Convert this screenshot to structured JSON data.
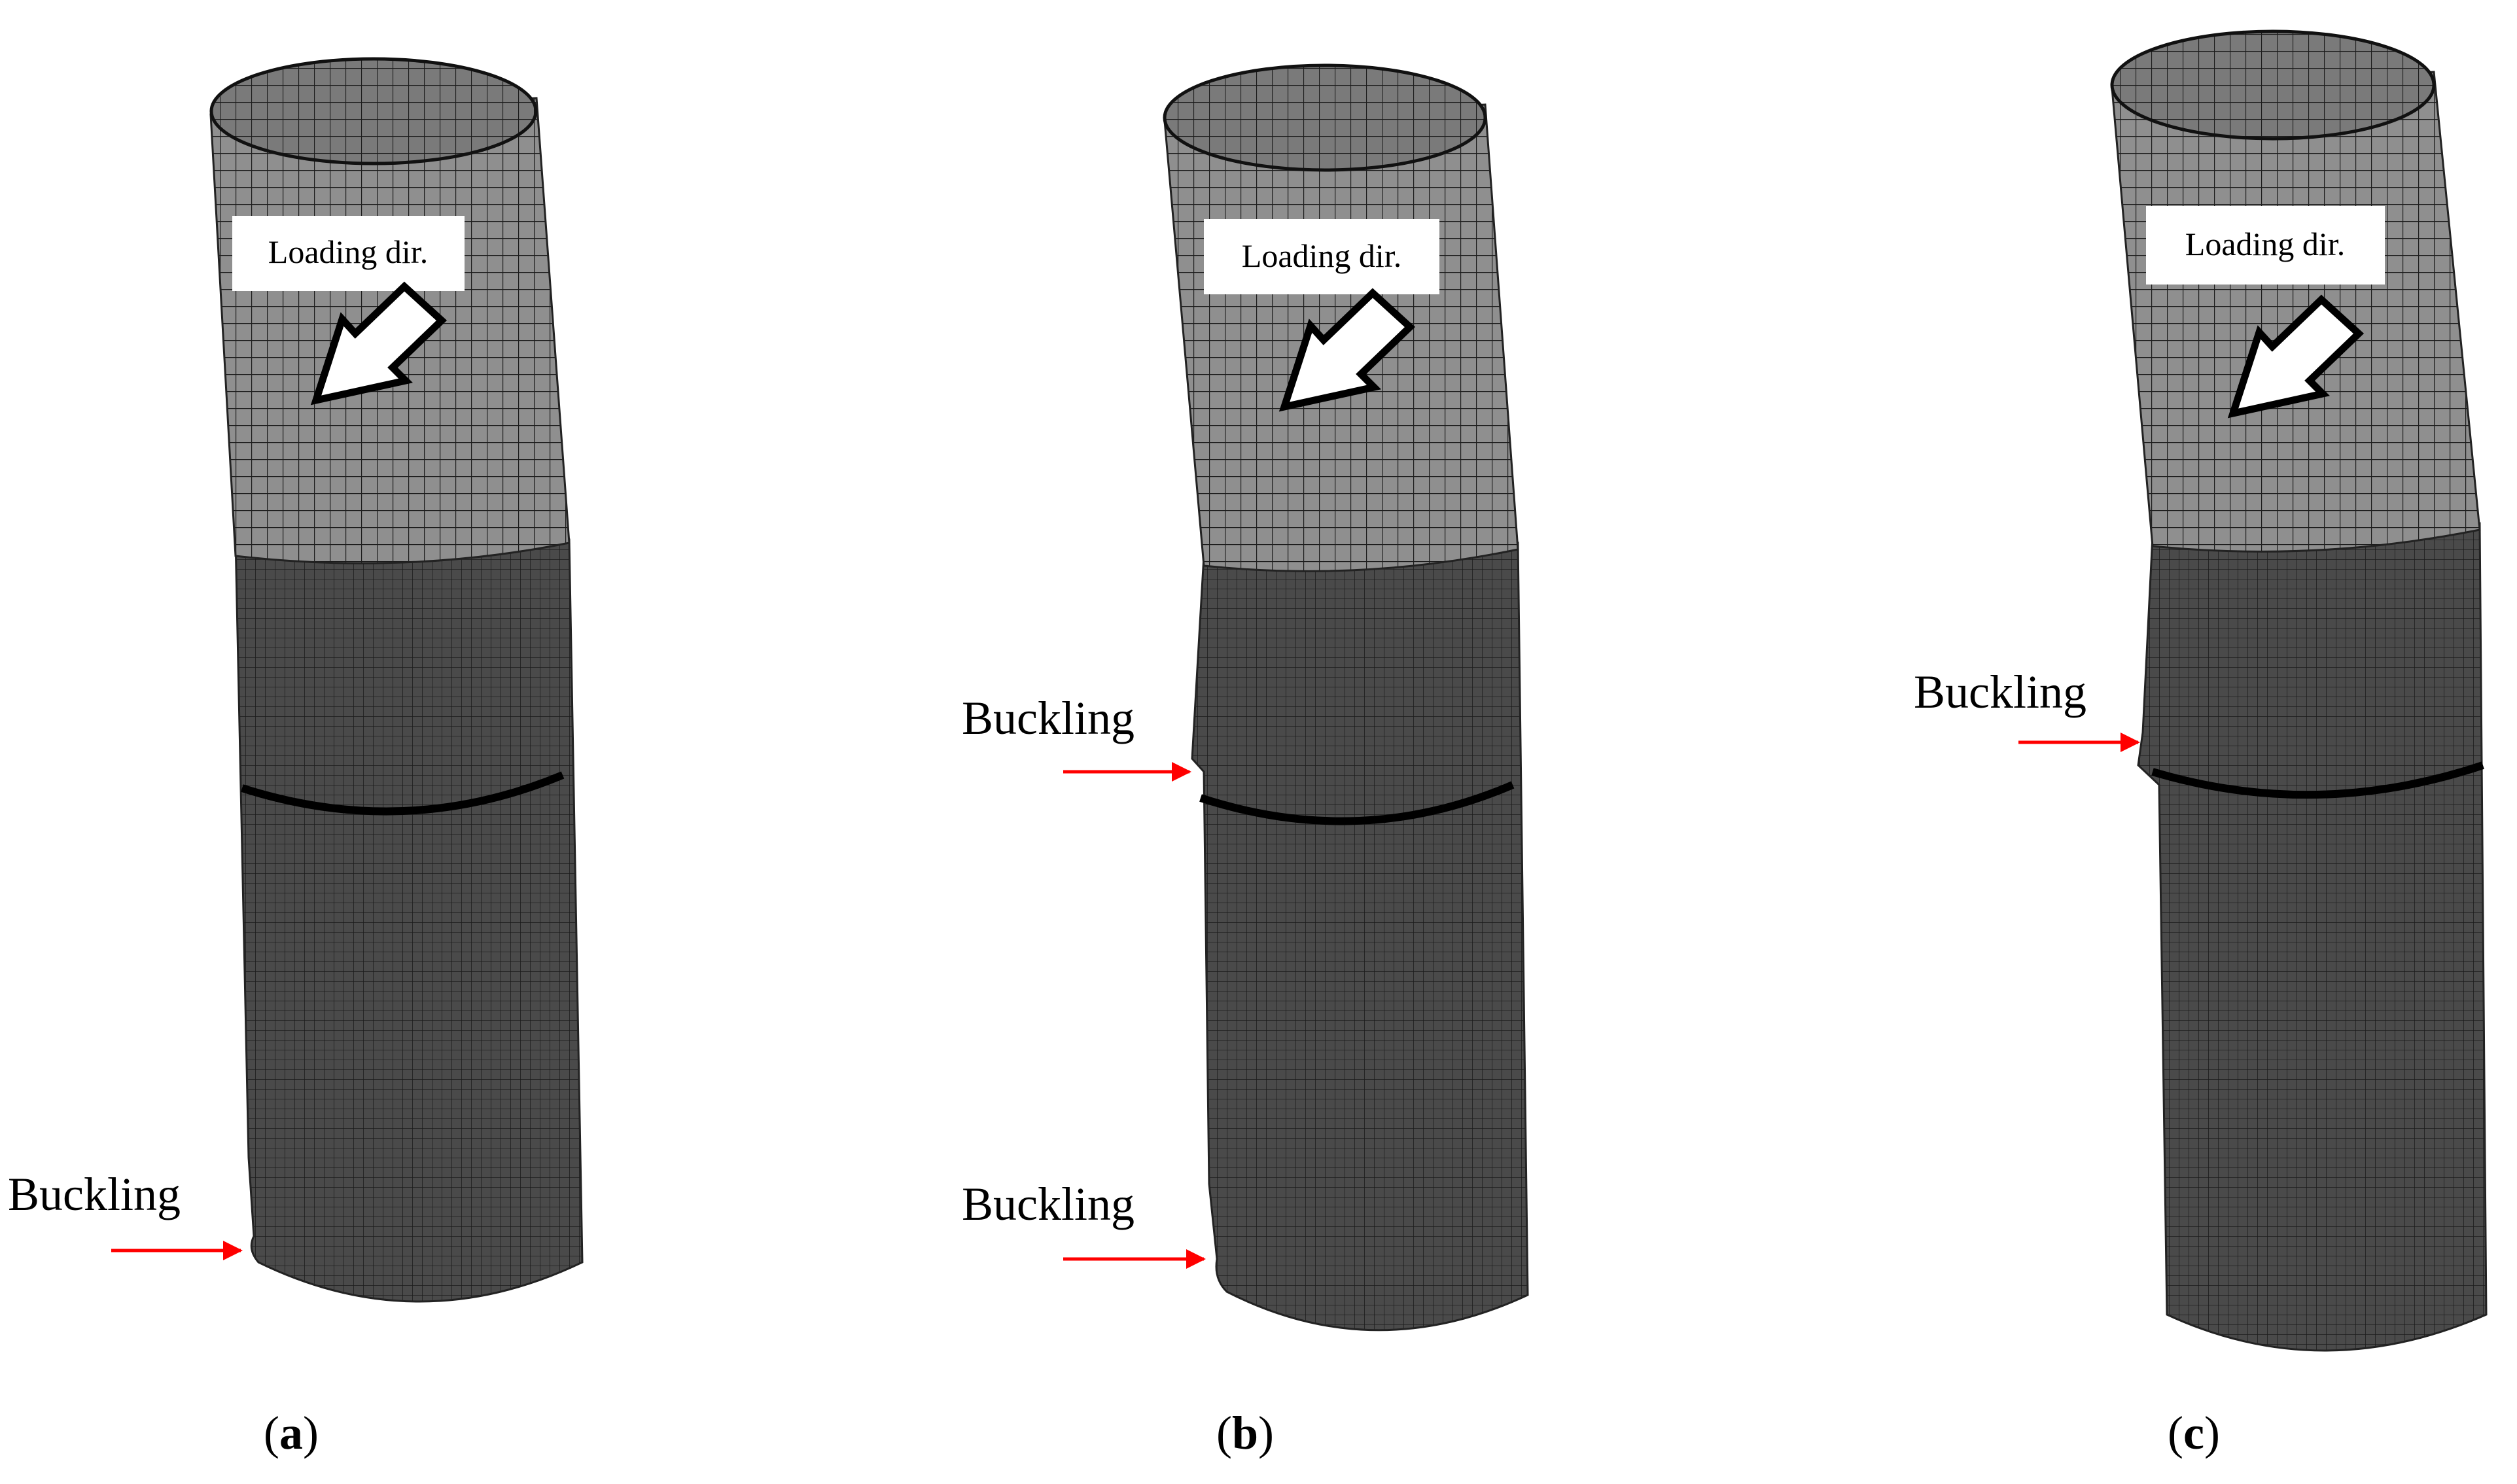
{
  "figure": {
    "panels": [
      {
        "id": "a",
        "caption": "a",
        "loading_label": "Loading dir.",
        "buckling_labels": [
          "Buckling"
        ]
      },
      {
        "id": "b",
        "caption": "b",
        "loading_label": "Loading dir.",
        "buckling_labels": [
          "Buckling",
          "Buckling"
        ]
      },
      {
        "id": "c",
        "caption": "c",
        "loading_label": "Loading dir.",
        "buckling_labels": [
          "Buckling"
        ]
      }
    ],
    "colors": {
      "mesh_upper": "#8f8f8f",
      "mesh_lower": "#4a4a4a",
      "grid_line": "#1c1c1c",
      "weld_seam": "#000000",
      "buckling_arrow": "#ff0000",
      "label_box": "#ffffff",
      "load_arrow_fill": "#ffffff",
      "load_arrow_stroke": "#000000"
    }
  }
}
